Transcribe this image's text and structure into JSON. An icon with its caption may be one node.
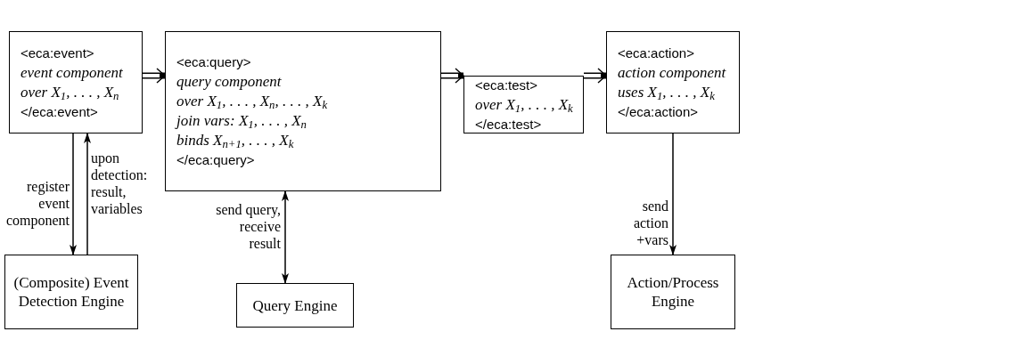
{
  "diagram": {
    "nodes": [
      {
        "text": [
          "<eca:event>",
          "event component",
          "over X$_{1}$, . . . , X$_{n}$",
          "</eca:event>"
        ]
      },
      {
        "text": [
          "<eca:query>",
          "query component",
          "over X$_{1}$, . . . , X$_{n}$, . . . , X$_{k}$",
          "join vars: X$_{1}$, . . . , X$_{n}$",
          "binds X$_{n+1}$, . . . , X$_{k}$",
          "</eca:query>"
        ]
      },
      {
        "text": [
          "<eca:test>",
          "over X$_{1}$, . . . , X$_{k}$",
          "</eca:test>"
        ]
      },
      {
        "text": [
          "<eca:action>",
          "action component",
          "uses X$_{1}$, . . . , X$_{k}$",
          "</eca:action>"
        ]
      },
      {
        "text": [
          "(Composite) Event Detection Engine"
        ]
      },
      {
        "text": [
          "Query Engine"
        ]
      },
      {
        "text": [
          "Action/Process Engine"
        ]
      }
    ],
    "edges": [
      {
        "from": 0,
        "to": 1,
        "arrow": "to",
        "style": "thick"
      },
      {
        "from": 1,
        "to": 2,
        "arrow": "to",
        "style": "thick"
      },
      {
        "from": 2,
        "to": 3,
        "arrow": "to",
        "style": "thick"
      },
      {
        "from": 0,
        "to": 4,
        "arrow": "to",
        "label": "register event component"
      },
      {
        "from": 4,
        "to": 0,
        "arrow": "to",
        "label": "upon detection: result, variables"
      },
      {
        "from": 1,
        "to": 5,
        "arrow": "both",
        "label": "send query, receive result"
      },
      {
        "from": 3,
        "to": 6,
        "arrow": "to",
        "label": "send action +vars"
      }
    ]
  }
}
